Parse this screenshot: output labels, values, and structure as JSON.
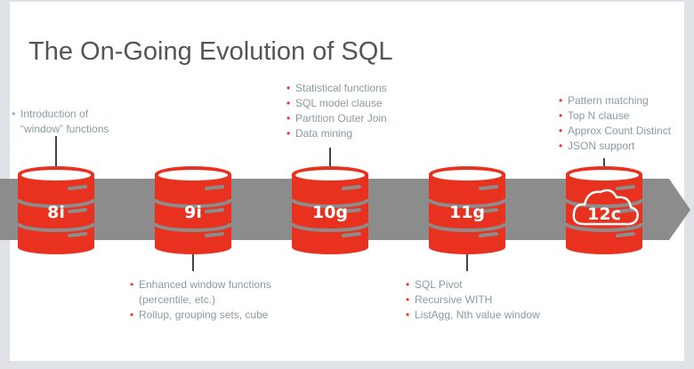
{
  "title": "The On-Going Evolution of SQL",
  "colors": {
    "cylinder": "#e8311e",
    "band": "#8c8c8c",
    "text": "#8a9aa3",
    "bullet": "#e8311e"
  },
  "releases": [
    {
      "version": "8i",
      "icon": "database-icon",
      "notes_position": "above",
      "notes": [
        "Introduction of",
        "“window” functions"
      ]
    },
    {
      "version": "9i",
      "icon": "database-icon",
      "notes_position": "below",
      "notes": [
        "Enhanced window functions",
        "(percentile, etc.)",
        "Rollup, grouping sets, cube"
      ]
    },
    {
      "version": "10g",
      "icon": "database-icon",
      "notes_position": "above",
      "notes": [
        "Statistical functions",
        "SQL model clause",
        "Partition Outer Join",
        "Data mining"
      ]
    },
    {
      "version": "11g",
      "icon": "database-icon",
      "notes_position": "below",
      "notes": [
        "SQL Pivot",
        "Recursive WITH",
        "ListAgg, Nth value window"
      ]
    },
    {
      "version": "12c",
      "icon": "cloud-database-icon",
      "notes_position": "above",
      "notes": [
        "Pattern matching",
        "Top N clause",
        "Approx Count Distinct",
        "JSON support"
      ]
    }
  ]
}
